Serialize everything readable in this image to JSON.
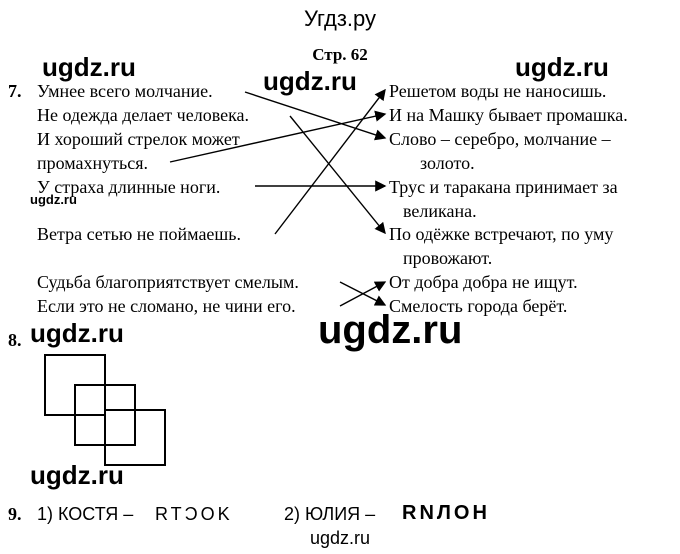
{
  "header": {
    "site_title": "Угдз.ру",
    "page": "Стр. 62"
  },
  "watermarks": {
    "w1": "ugdz.ru",
    "w2": "ugdz.ru",
    "w3": "ugdz.ru",
    "w4": "ugdz.ru",
    "w5": "ugdz.ru",
    "w6": "ugdz.ru",
    "w7": "ugdz.ru"
  },
  "task7": {
    "number": "7.",
    "left": [
      "Умнее всего молчание.",
      "Не одежда делает человека.",
      "И хороший стрелок может",
      "промахнуться.",
      "У страха длинные ноги.",
      "Ветра сетью не поймаешь.",
      "Судьба благоприятствует смелым.",
      "Если это не сломано, не чини его."
    ],
    "right": [
      "Решетом воды не наносишь.",
      "И на Машку бывает промашка.",
      "Слово – серебро, молчание –",
      "золото.",
      "Трус и таракана принимает за",
      "великана.",
      "По одёжке встречают, по уму",
      "провожают.",
      "От добра добра не ищут.",
      "Смелость города берёт."
    ]
  },
  "task8": {
    "number": "8."
  },
  "task9": {
    "number": "9.",
    "item1_label": "1) КОСТЯ –",
    "item1_answer": "RTϽOK",
    "item2_label": "2) ЮЛИЯ –",
    "item2_answer": "RNЛOH"
  },
  "footer": {
    "site_title": "ugdz.ru"
  }
}
